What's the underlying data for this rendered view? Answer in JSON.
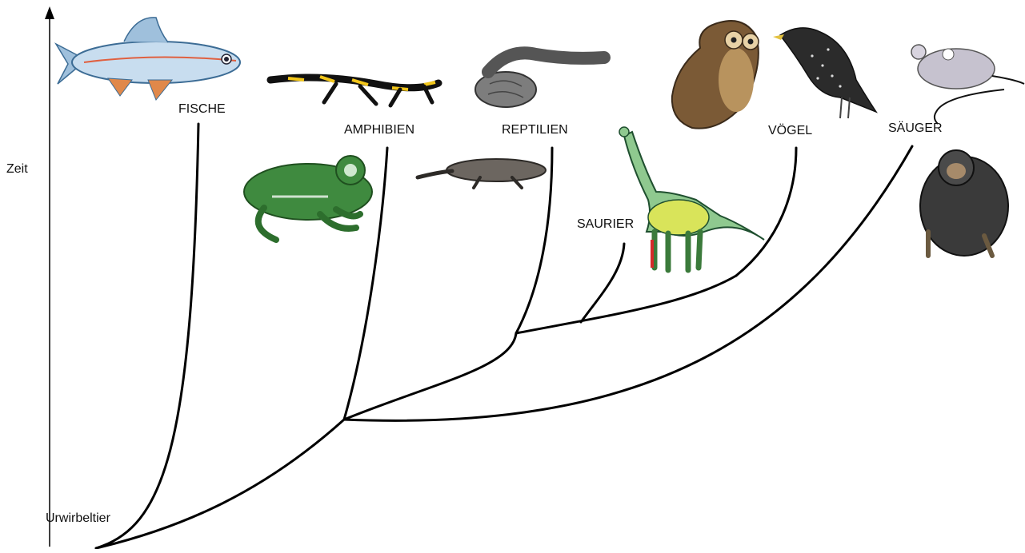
{
  "axis": {
    "label": "Zeit"
  },
  "root": {
    "label": "Urwirbeltier"
  },
  "taxa": {
    "fische": "FISCHE",
    "amphibien": "AMPHIBIEN",
    "reptilien": "REPTILIEN",
    "saurier": "SAURIER",
    "voegel": "VÖGEL",
    "saeuger": "SÄUGER"
  },
  "illustrations": [
    "fish",
    "salamander",
    "frog",
    "snake",
    "lizard",
    "dinosaur",
    "owl",
    "starling",
    "mouse",
    "monkey"
  ]
}
